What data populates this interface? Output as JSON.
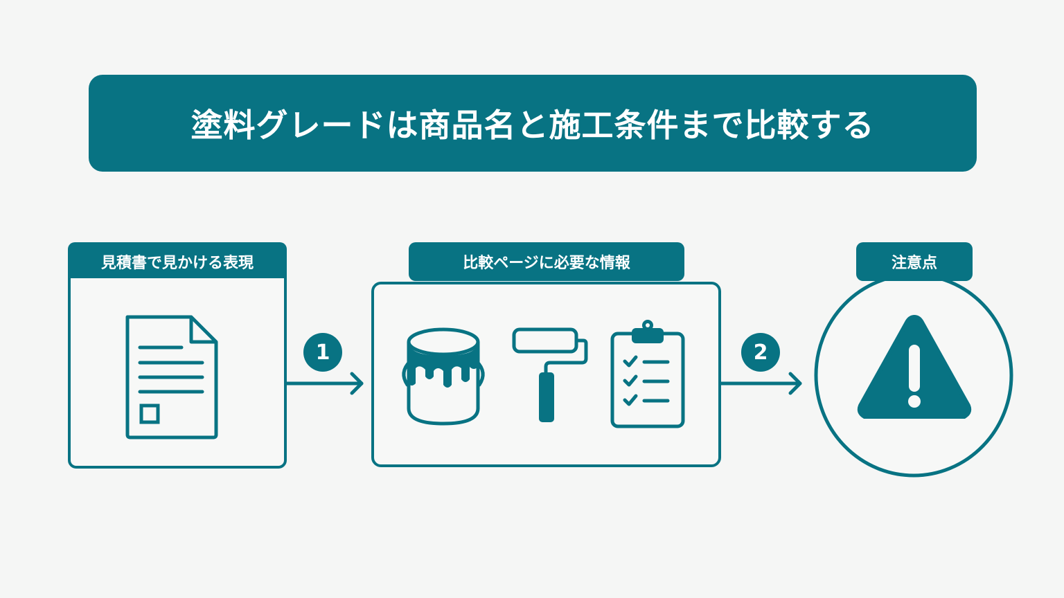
{
  "title": "塗料グレードは商品名と施工条件まで比較する",
  "panels": {
    "estimate": {
      "label": "見積書で見かける表現",
      "icon": "document-icon"
    },
    "compare": {
      "label": "比較ページに必要な情報",
      "icons": [
        "paint-can-icon",
        "paint-roller-icon",
        "clipboard-checklist-icon"
      ]
    },
    "caution": {
      "label": "注意点",
      "icon": "warning-icon"
    }
  },
  "steps": [
    {
      "number": "1"
    },
    {
      "number": "2"
    }
  ],
  "colors": {
    "accent": "#087383",
    "background": "#f5f6f5",
    "text_on_accent": "#ffffff"
  }
}
